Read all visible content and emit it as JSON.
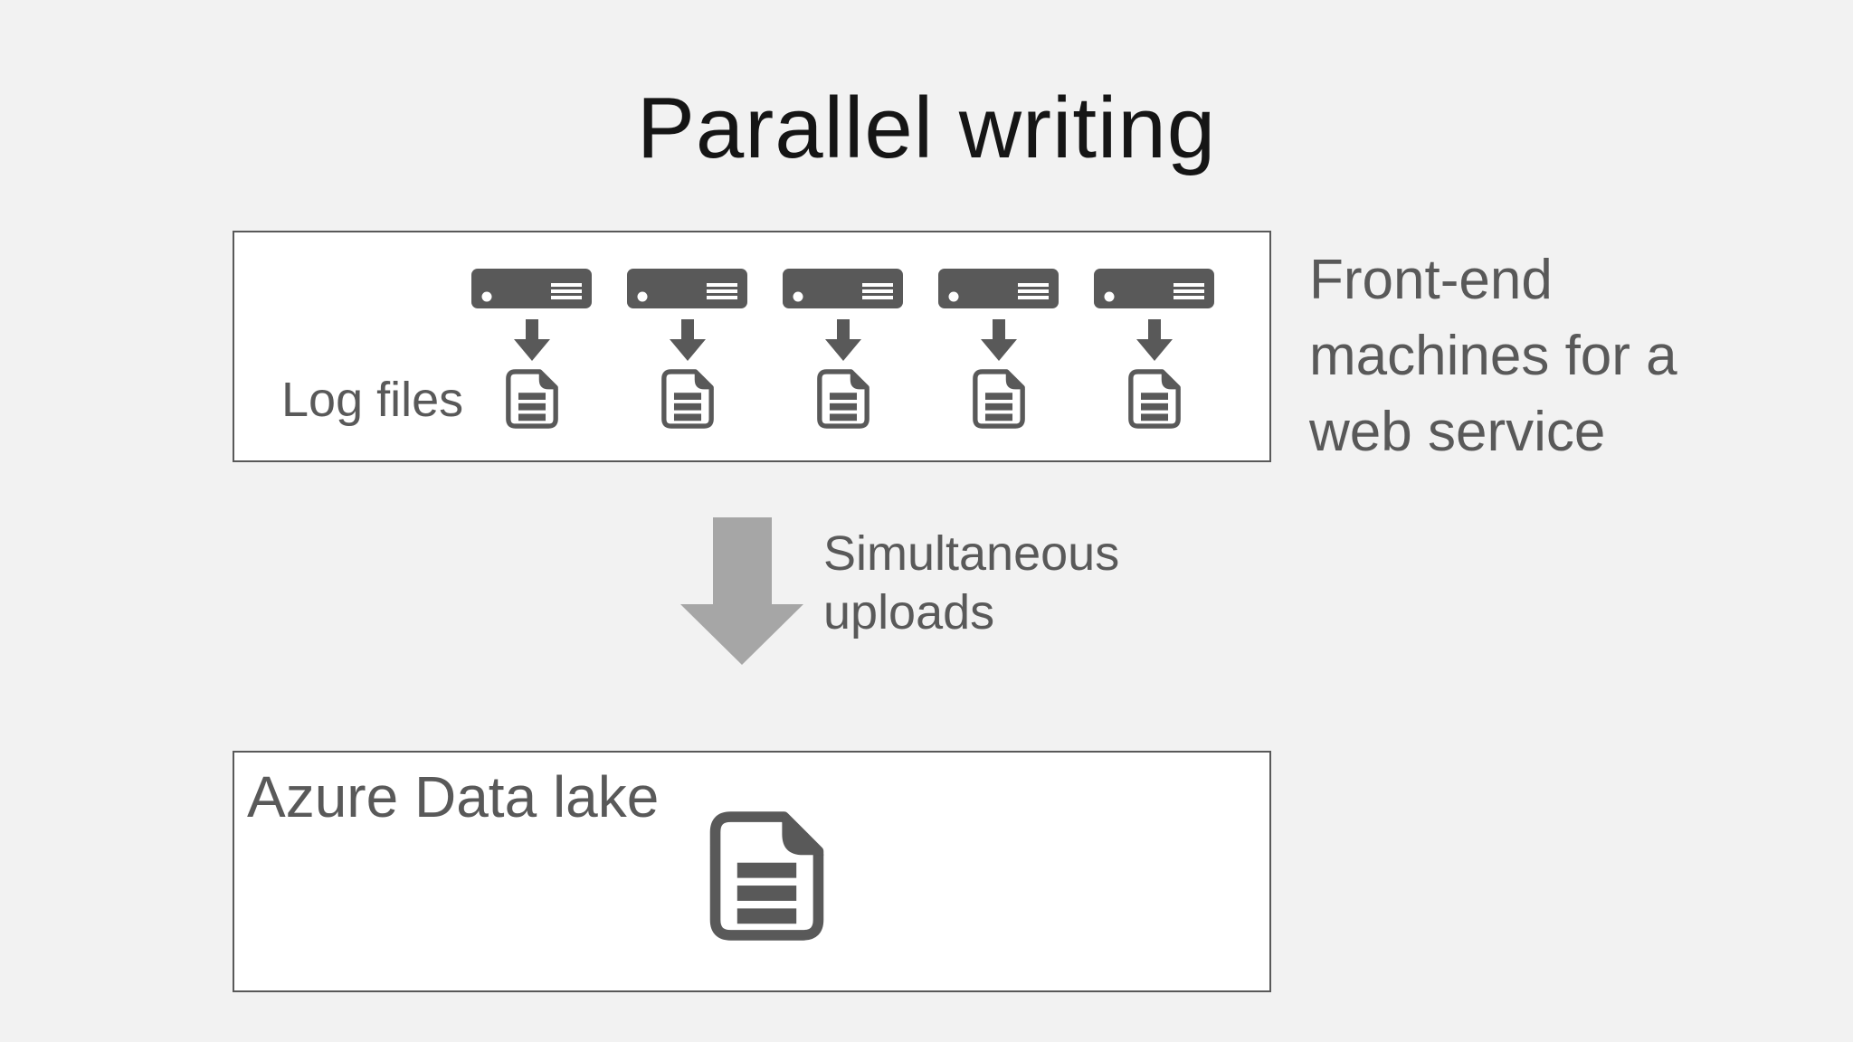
{
  "title": "Parallel writing",
  "colors": {
    "background": "#f2f2f2",
    "panel_fill": "#ffffff",
    "panel_border": "#595959",
    "icon_dark": "#595959",
    "big_arrow_gray": "#a6a6a6",
    "label_gray": "#595959",
    "title_color": "#151515"
  },
  "top_panel": {
    "label": "Log files",
    "machine_count": 5
  },
  "right_caption": {
    "lines": [
      "Front-end",
      "machines for a",
      "web service"
    ]
  },
  "upload_caption": {
    "lines": [
      "Simultaneous",
      "uploads"
    ]
  },
  "bottom_panel": {
    "label": "Azure Data lake"
  },
  "icons": {
    "server": "server-icon",
    "document": "document-icon",
    "down_arrow_small": "down-arrow-icon",
    "down_arrow_big": "big-down-arrow-icon"
  }
}
